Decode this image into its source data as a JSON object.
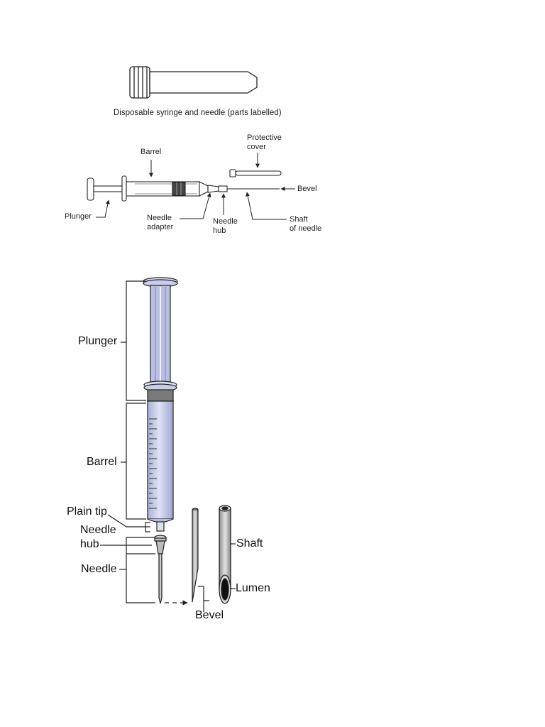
{
  "top_figure": {
    "caption": "Disposable syringe and needle (parts labelled)",
    "labels": {
      "barrel": "Barrel",
      "protective_cover_line1": "Protective",
      "protective_cover_line2": "cover",
      "bevel": "Bevel",
      "plunger": "Plunger",
      "needle_adapter_line1": "Needle",
      "needle_adapter_line2": "adapter",
      "needle_hub_line1": "Needle",
      "needle_hub_line2": "hub",
      "shaft_line1": "Shaft",
      "shaft_line2": "of needle"
    }
  },
  "bottom_figure": {
    "labels": {
      "plunger": "Plunger",
      "barrel": "Barrel",
      "plain_tip": "Plain tip",
      "needle_hub_line1": "Needle",
      "needle_hub_line2": "hub",
      "needle": "Needle",
      "shaft": "Shaft",
      "lumen": "Lumen",
      "bevel": "Bevel"
    }
  },
  "colors": {
    "line": "#222222",
    "barrel_fill": "#c5c9e6",
    "plunger_fill": "#b9bfe0",
    "rubber_fill": "#777777",
    "metal_fill": "#bcbcbc"
  }
}
